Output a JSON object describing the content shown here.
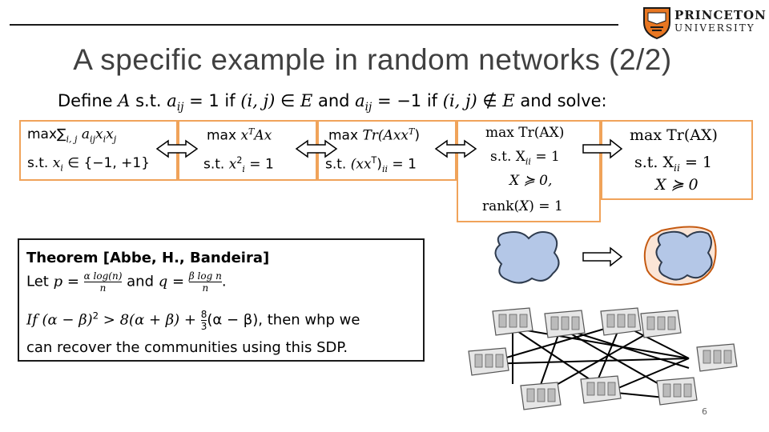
{
  "slide": {
    "title": "A specific example in random networks (2/2)",
    "page_number": "6"
  },
  "logo": {
    "line1": "PRINCETON",
    "line2": "UNIVERSITY"
  },
  "intro": {
    "t1": "Define ",
    "A": "A",
    "t2": " s.t. ",
    "aij1": "a",
    "sub1": "ij",
    "t3": " = 1 if ",
    "pair1": "(i, j)",
    "t4": " ∈ ",
    "E1": "E",
    "t5": " and ",
    "aij2": "a",
    "sub2": "ij",
    "t6": " = −1 if ",
    "pair2": "(i, j)",
    "t7": " ∉ ",
    "E2": "E",
    "t8": " and solve:"
  },
  "boxes": {
    "b1": {
      "max": "max∑",
      "sub": "i, j",
      "expr": " a",
      "esub": "ij",
      "x": "x",
      "xs": "i",
      "x2": "x",
      "xs2": "j",
      "st": "s.t. ",
      "xi": "x",
      "xisub": "i",
      "set": "  ∈ {−1, +1}"
    },
    "b2": {
      "max": "max ",
      "x": "x",
      "sup": "T",
      "Ax": "Ax",
      "st": "s.t. ",
      "xx": "x",
      "xsup": "2",
      "xsub": "i",
      "eq": " = 1"
    },
    "b3": {
      "max": "max ",
      "tr": "Tr(Axx",
      "sup": "T",
      "close": ")",
      "st": "s.t. ",
      "paren": "(xx",
      "psup": "T",
      "pclose": ")",
      "psub": "ii",
      "eq": " = 1"
    },
    "b4": {
      "l1": "max Tr(AX)",
      "l2a": "s.t. X",
      "l2sub": "ii",
      "l2b": " = 1",
      "l3": "X ≽ 0,",
      "l4a": "rank(",
      "l4x": "X",
      "l4b": ") = 1"
    },
    "b5": {
      "l1": "max Tr(AX)",
      "l2a": "s.t. X",
      "l2sub": "ii",
      "l2b": " = 1",
      "l3": "X ≽ 0"
    }
  },
  "theorem": {
    "heading": "Theorem [Abbe, H., Bandeira]",
    "let": "Let ",
    "p": "p",
    "eq1": " = ",
    "pnum": "α log(n)",
    "pden": "n",
    "and": " and ",
    "q": "q",
    "eq2": " = ",
    "qnum": "β log n",
    "qden": "n",
    "dot": ".",
    "cond_a": "If (α − β)",
    "cond_sup": "2",
    "cond_b": " > 8(α + β) + ",
    "fnum": "8",
    "fden": "3",
    "cond_c": "(α − β), then whp we",
    "last": "can recover the communities using this SDP."
  },
  "colors": {
    "box_border": "#f0a35a",
    "blob_fill": "#b4c7e7",
    "hull_fill": "#fbe5d6",
    "hull_border": "#c55a11",
    "logo_orange": "#e87722"
  },
  "icons": [
    "double-arrow-icon",
    "right-arrow-icon",
    "computer-icon",
    "princeton-shield-icon"
  ]
}
